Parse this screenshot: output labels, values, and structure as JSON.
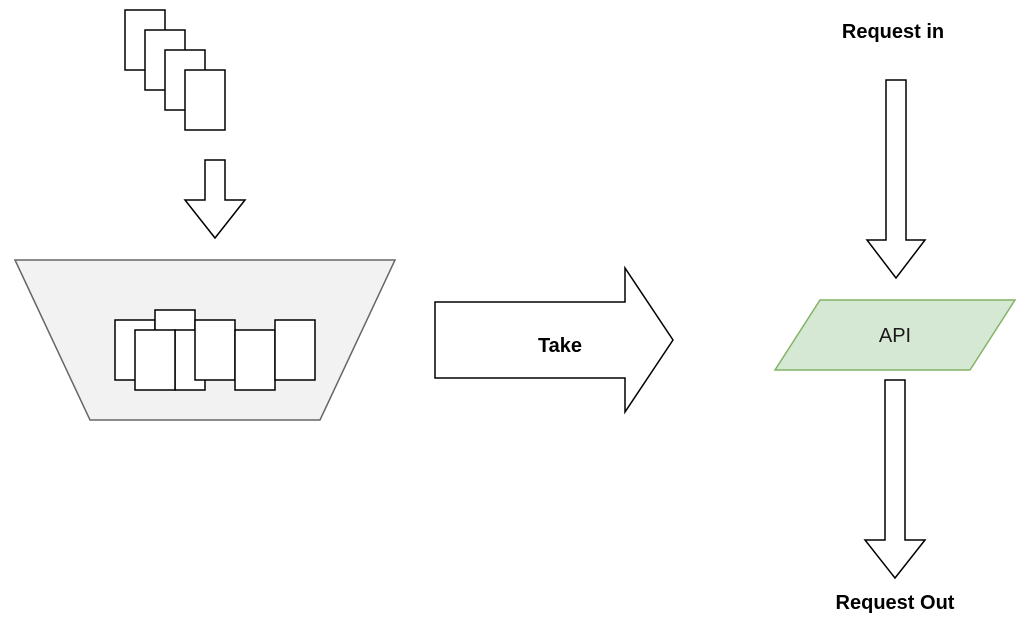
{
  "labels": {
    "take": "Take",
    "api": "API",
    "request_in": "Request in",
    "request_out": "Request Out"
  },
  "colors": {
    "stroke": "#000000",
    "funnel_fill": "#f2f2f2",
    "funnel_stroke": "#666666",
    "api_fill": "#d5e8d4",
    "api_stroke": "#82b366"
  }
}
